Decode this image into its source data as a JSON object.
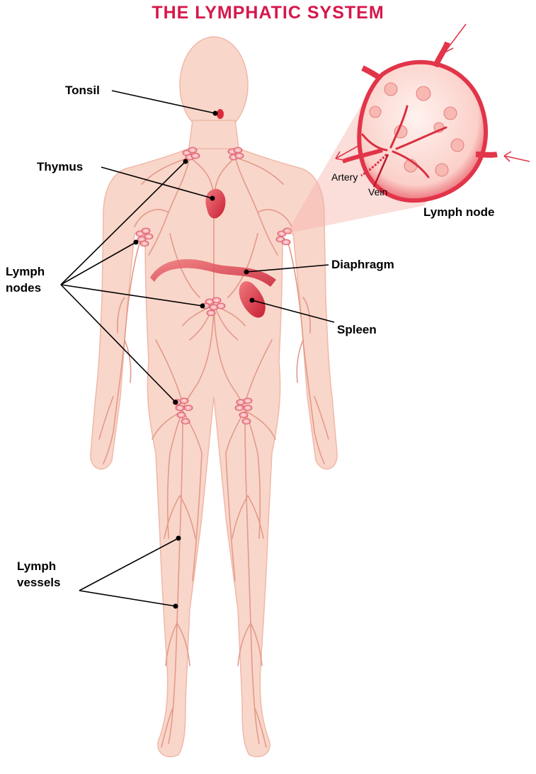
{
  "title": "THE LYMPHATIC SYSTEM",
  "labels": {
    "tonsil": "Tonsil",
    "thymus": "Thymus",
    "lymph_nodes_line1": "Lymph",
    "lymph_nodes_line2": "nodes",
    "lymph_vessels_line1": "Lymph",
    "lymph_vessels_line2": "vessels",
    "diaphragm": "Diaphragm",
    "spleen": "Spleen",
    "lymph_node": "Lymph node",
    "artery": "Artery",
    "vein": "Vein"
  },
  "colors": {
    "title": "#d6174a",
    "skin": "#f9d3c6",
    "vessel": "#e79a8a",
    "organ": "#d92b3a",
    "node": "#f3a7ad"
  }
}
